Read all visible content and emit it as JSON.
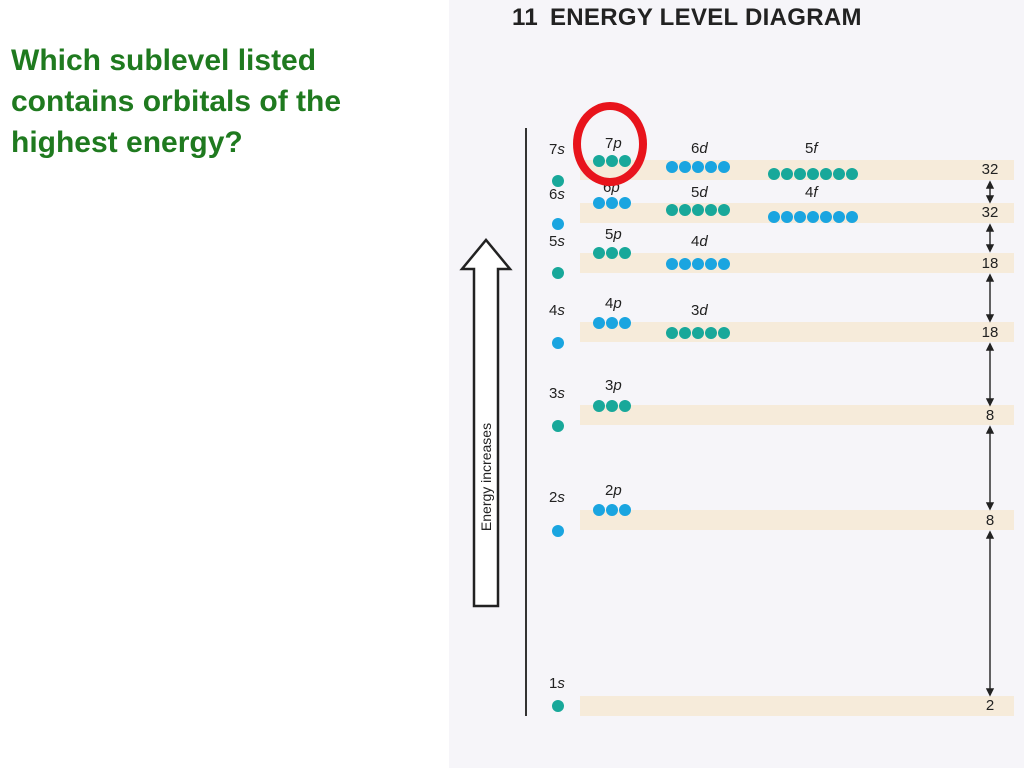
{
  "question": {
    "lines": [
      "Which sublevel listed",
      "contains orbitals of the",
      "highest energy?"
    ]
  },
  "diagram": {
    "number": "11",
    "title": "ENERGY LEVEL DIAGRAM",
    "axis_label": "Energy increases",
    "sublevels": [
      {
        "id": "7s",
        "n": "7",
        "l": "s",
        "orbitals": 1,
        "color": "#18a89a"
      },
      {
        "id": "7p",
        "n": "7",
        "l": "p",
        "orbitals": 3,
        "color": "#18a89a"
      },
      {
        "id": "6d",
        "n": "6",
        "l": "d",
        "orbitals": 5,
        "color": "#1aa5e0"
      },
      {
        "id": "5f",
        "n": "5",
        "l": "f",
        "orbitals": 7,
        "color": "#18a89a"
      },
      {
        "id": "6s",
        "n": "6",
        "l": "s",
        "orbitals": 1,
        "color": "#1aa5e0"
      },
      {
        "id": "6p",
        "n": "6",
        "l": "p",
        "orbitals": 3,
        "color": "#1aa5e0"
      },
      {
        "id": "5d",
        "n": "5",
        "l": "d",
        "orbitals": 5,
        "color": "#18a89a"
      },
      {
        "id": "4f",
        "n": "4",
        "l": "f",
        "orbitals": 7,
        "color": "#1aa5e0"
      },
      {
        "id": "5s",
        "n": "5",
        "l": "s",
        "orbitals": 1,
        "color": "#18a89a"
      },
      {
        "id": "5p",
        "n": "5",
        "l": "p",
        "orbitals": 3,
        "color": "#18a89a"
      },
      {
        "id": "4d",
        "n": "4",
        "l": "d",
        "orbitals": 5,
        "color": "#1aa5e0"
      },
      {
        "id": "4s",
        "n": "4",
        "l": "s",
        "orbitals": 1,
        "color": "#1aa5e0"
      },
      {
        "id": "4p",
        "n": "4",
        "l": "p",
        "orbitals": 3,
        "color": "#1aa5e0"
      },
      {
        "id": "3d",
        "n": "3",
        "l": "d",
        "orbitals": 5,
        "color": "#18a89a"
      },
      {
        "id": "3s",
        "n": "3",
        "l": "s",
        "orbitals": 1,
        "color": "#18a89a"
      },
      {
        "id": "3p",
        "n": "3",
        "l": "p",
        "orbitals": 3,
        "color": "#18a89a"
      },
      {
        "id": "2s",
        "n": "2",
        "l": "s",
        "orbitals": 1,
        "color": "#1aa5e0"
      },
      {
        "id": "2p",
        "n": "2",
        "l": "p",
        "orbitals": 3,
        "color": "#1aa5e0"
      },
      {
        "id": "1s",
        "n": "1",
        "l": "s",
        "orbitals": 1,
        "color": "#18a89a"
      }
    ],
    "capacities": [
      "32",
      "32",
      "18",
      "18",
      "8",
      "8",
      "2"
    ],
    "highlighted": "7p",
    "colors": {
      "teal": "#18a89a",
      "blue": "#1aa5e0",
      "highlight": "#e8141c",
      "question_text": "#1f7a1f"
    }
  }
}
